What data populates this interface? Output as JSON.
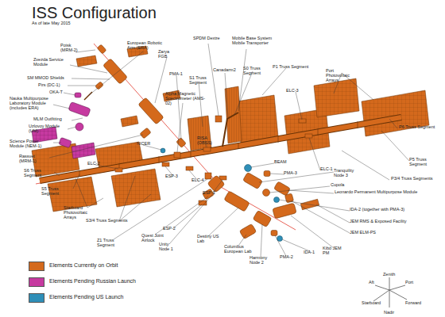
{
  "diagram": {
    "title": "ISS Configuration",
    "labels": [
      "As of late May 2015",
      "Poisk (MRM-2)",
      "Zvezda Service Module",
      "SM MMOD Shields",
      "Pirs (DC-1)",
      "OKA-T",
      "Nauka Multipurpose Laboratory Module (includes ERA)",
      "MLM Outfitting",
      "Uzlovoy Module (UM)",
      "Science Power Module (NEM-1)",
      "Rassvet (MRM-1)",
      "S6 Truss Segment",
      "S5 Truss Segment",
      "Starboard Photovoltaic Arrays",
      "S3/4 Truss Segments",
      "Z1 Truss Segment",
      "Quest Joint Airlock",
      "Unity Node 1",
      "ESP-2",
      "ESP-1",
      "Destiny US Lab",
      "Columbus European Lab",
      "Harmony Node 2",
      "PMA-2",
      "IDA-1",
      "Kibō JEM PM",
      "JEM ELM-PS",
      "JEM RMS & Exposed Facility",
      "IDA-2 (together with PMA-3)",
      "Leonardo Permanent Multipurpose Module",
      "Cupola",
      "Tranquility Node 3",
      "P3/4 Truss Segments",
      "P5 Truss Segment",
      "P6 Truss Segment",
      "Port Photovoltaic Arrays",
      "P1 Truss Segment",
      "ELC-3",
      "ELC-1",
      "PMA-3",
      "BEAM",
      "S0 Truss Segment",
      "Mobile Base System Mobile Transporter",
      "Canadarm2",
      "SPDM Dextre",
      "S1 Truss Segment",
      "European Robotic Arm (ERA)",
      "Zarya FGB",
      "PMA-1",
      "Alpha Magnetic Spectrometer (AMS-02)",
      "NICER",
      "RISA (OBSS)",
      "ELC-2",
      "ESP-3",
      "ELC-4",
      "Zenith",
      "Aft",
      "Port",
      "Starboard",
      "Forward",
      "Nadir"
    ],
    "legend": [
      {
        "text": "Elements Currently on Orbit",
        "color": "#d4691c"
      },
      {
        "text": "Elements Pending Russian Launch",
        "color": "#c63aa0"
      },
      {
        "text": "Elements Pending US Launch",
        "color": "#2f8fb8"
      }
    ]
  }
}
